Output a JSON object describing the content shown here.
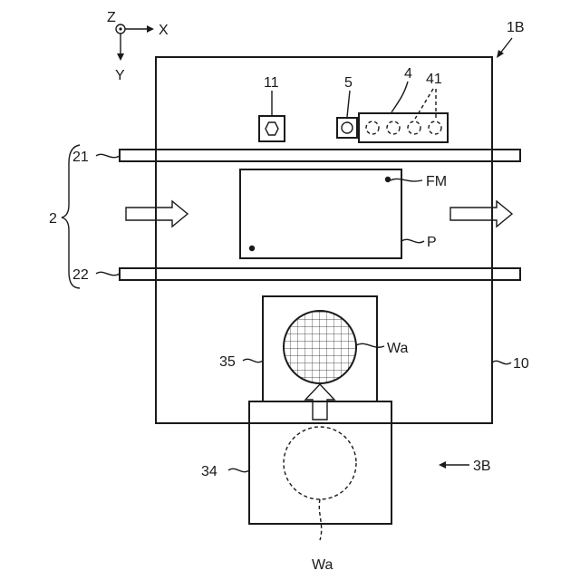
{
  "axes": {
    "z": "Z",
    "x": "X",
    "y": "Y"
  },
  "labels": {
    "machine_ref": "1B",
    "item_11": "11",
    "item_5": "5",
    "item_4": "4",
    "item_41": "41",
    "rail_upper": "21",
    "rail_lower": "22",
    "conveyor": "2",
    "fiducial": "FM",
    "board": "P",
    "item_35": "35",
    "wafer": "Wa",
    "frame": "10",
    "item_34": "34",
    "unit_3b": "3B",
    "wafer_lower": "Wa"
  }
}
